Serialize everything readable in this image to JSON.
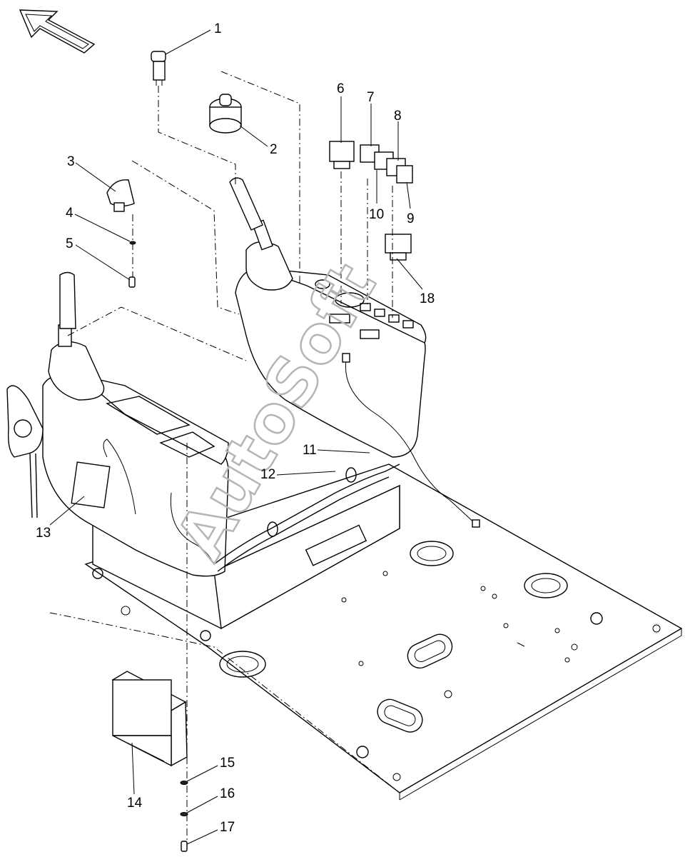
{
  "watermark": "AutoSoft",
  "colors": {
    "line": "#000000",
    "background": "#ffffff",
    "watermark": "#b5b5b5"
  },
  "direction_arrow": {
    "icon": "front-direction-arrow-icon"
  },
  "callouts": [
    "1",
    "2",
    "3",
    "4",
    "5",
    "6",
    "7",
    "8",
    "9",
    "10",
    "11",
    "12",
    "13",
    "14",
    "15",
    "16",
    "17",
    "18"
  ]
}
